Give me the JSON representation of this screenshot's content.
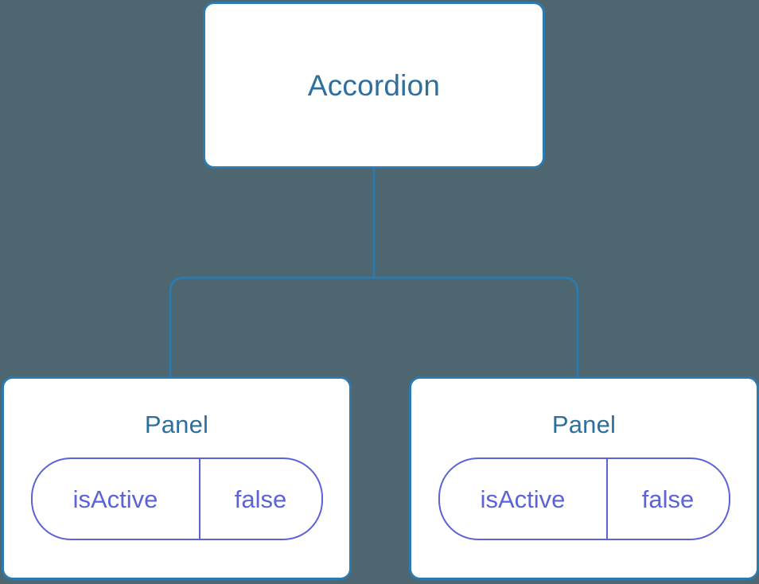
{
  "diagram": {
    "type": "component-tree",
    "background_color": "#4d6670",
    "node_border_color": "#2d7aae",
    "node_fill_color": "#ffffff",
    "title_text_color": "#2d6f9e",
    "state_accent_color": "#5b63d8",
    "connector_color": "#2d7aae"
  },
  "root": {
    "label": "Accordion"
  },
  "children": [
    {
      "label": "Panel",
      "state": {
        "key": "isActive",
        "value": "false"
      }
    },
    {
      "label": "Panel",
      "state": {
        "key": "isActive",
        "value": "false"
      }
    }
  ]
}
